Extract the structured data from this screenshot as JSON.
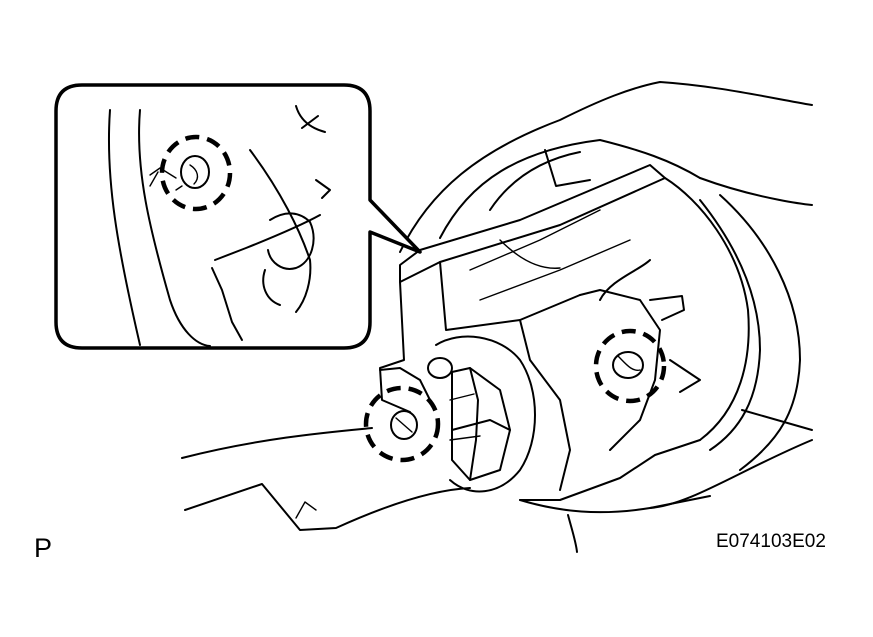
{
  "view_letter": "P",
  "figure_code": "E074103E02",
  "markers": [
    {
      "name": "bolt-marker-detail",
      "shape": "dashed-circle"
    },
    {
      "name": "bolt-marker-left",
      "shape": "dashed-circle"
    },
    {
      "name": "bolt-marker-right",
      "shape": "dashed-circle"
    }
  ]
}
